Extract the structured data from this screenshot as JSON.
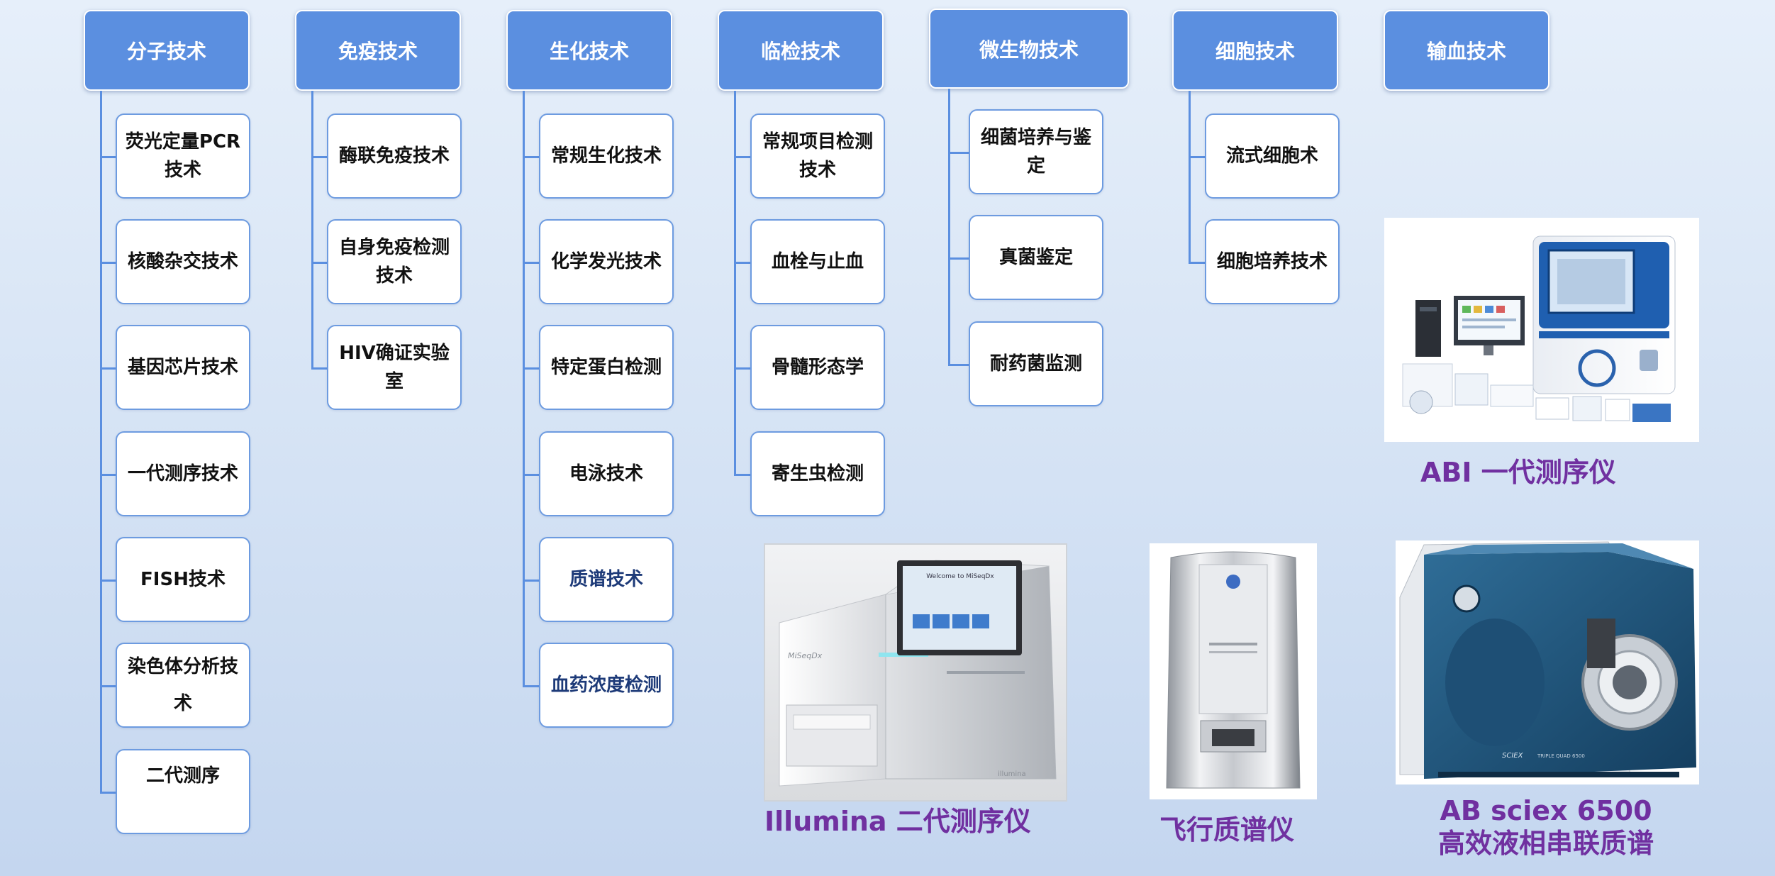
{
  "headers": [
    "分子技术",
    "免疫技术",
    "生化技术",
    "临检技术",
    "微生物技术",
    "细胞技术",
    "输血技术"
  ],
  "columns": {
    "molecular": [
      "荧光定量PCR技术",
      "核酸杂交技术",
      "基因芯片技术",
      "一代测序技术",
      "FISH技术",
      "染色体分析技术",
      "二代测序"
    ],
    "immune": [
      "酶联免疫技术",
      "自身免疫检测技术",
      "HIV确证实验室"
    ],
    "biochem": [
      "常规生化技术",
      "化学发光技术",
      "特定蛋白检测",
      "电泳技术",
      "质谱技术",
      "血药浓度检测"
    ],
    "clinical": [
      "常规项目检测技术",
      "血栓与止血",
      "骨髓形态学",
      "寄生虫检测"
    ],
    "micro": [
      "细菌培养与鉴定",
      "真菌鉴定",
      "耐药菌监测"
    ],
    "cell": [
      "流式细胞术",
      "细胞培养技术"
    ]
  },
  "instruments": {
    "abi": {
      "caption": "ABI 一代测序仪"
    },
    "illumina": {
      "caption": "Illumina 二代测序仪",
      "screen_title": "Welcome to MiSeqDx",
      "brand": "MiSeqDx",
      "maker": "illumina"
    },
    "tof": {
      "caption": "飞行质谱仪"
    },
    "sciex": {
      "caption_line1": "AB sciex 6500",
      "caption_line2": "高效液相串联质谱",
      "brand": "SCIEX",
      "model": "TRIPLE QUAD 6500"
    }
  },
  "colors": {
    "header_fill": "#5b8fe0",
    "caption": "#7030a0",
    "box_border": "#6d9be0"
  }
}
